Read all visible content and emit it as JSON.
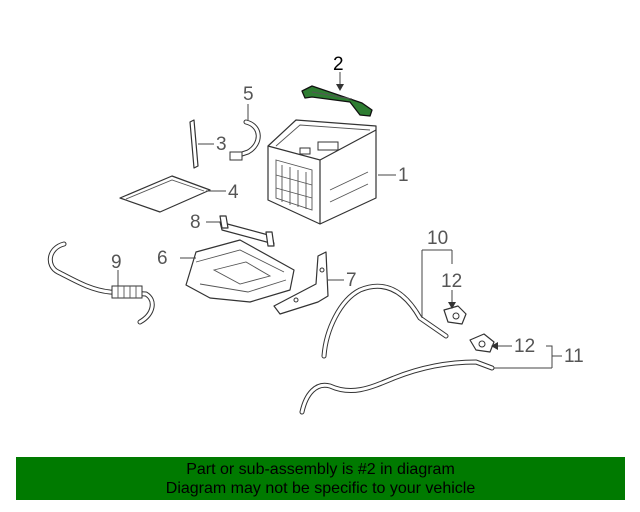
{
  "diagram": {
    "callouts": [
      "1",
      "2",
      "3",
      "4",
      "5",
      "6",
      "7",
      "8",
      "9",
      "10",
      "11",
      "12",
      "12"
    ],
    "highlight_color": "#2e7d32"
  },
  "footer": {
    "line1": "Part or sub-assembly is #2 in diagram",
    "line2": "Diagram may not be specific to your vehicle",
    "background": "#007a00"
  }
}
